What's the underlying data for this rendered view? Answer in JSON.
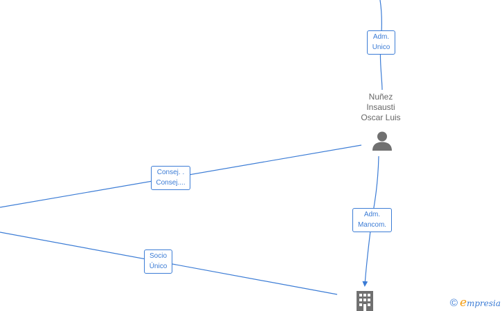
{
  "colors": {
    "edge": "#3a7bd5",
    "node_icon": "#707070",
    "node_text": "#666666",
    "brand_accent": "#f39c12"
  },
  "person": {
    "name_lines": [
      "Nuñez",
      "Insausti",
      "Oscar Luis"
    ],
    "icon": "person-icon"
  },
  "company": {
    "icon": "building-icon"
  },
  "edges": [
    {
      "id": "top",
      "label_lines": [
        "Adm.",
        "Unico"
      ]
    },
    {
      "id": "consej",
      "label_lines": [
        "Consej. .",
        "Consej...."
      ]
    },
    {
      "id": "mancom",
      "label_lines": [
        "Adm.",
        "Mancom."
      ]
    },
    {
      "id": "socio",
      "label_lines": [
        "Socio",
        "Único"
      ]
    }
  ],
  "brand": {
    "copyright": "©",
    "first_letter": "e",
    "rest": "mpresia"
  }
}
